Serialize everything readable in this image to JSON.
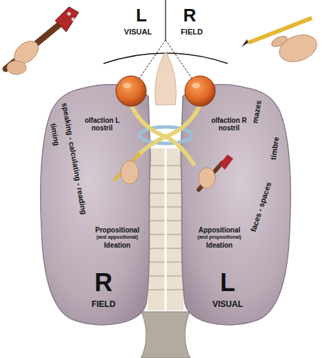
{
  "diagram": {
    "labels": [
      "L",
      "VISUAL",
      "R",
      "FIELD",
      "olfaction L nostril",
      "olfaction R nostril",
      "timing",
      "speaking - calculating - reading",
      "Propositional",
      "(and appositional)",
      "Ideation",
      "Appositional",
      "(and propositional)",
      "Ideation",
      "mazes",
      "timbre",
      "faces - spaces",
      "R",
      "FIELD",
      "L",
      "VISUAL"
    ]
  }
}
